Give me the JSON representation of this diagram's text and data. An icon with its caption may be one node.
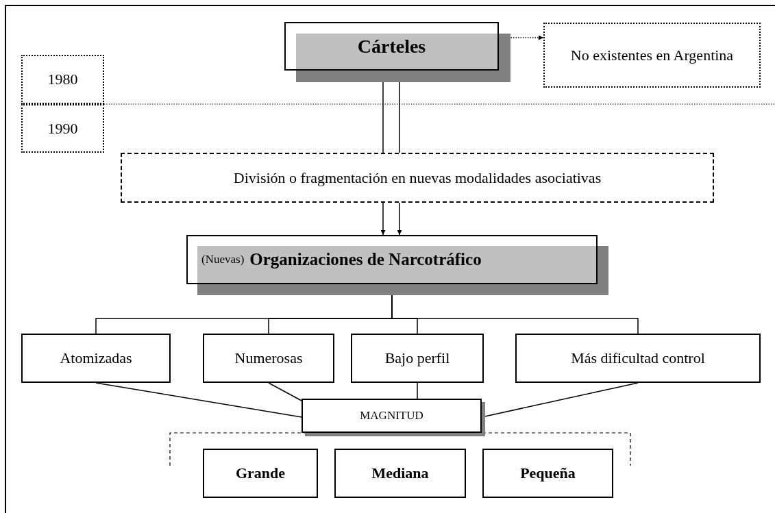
{
  "diagram": {
    "nodes": [
      {
        "text": [
          "Cárteles"
        ]
      },
      {
        "text": [
          "No existentes en Argentina"
        ]
      },
      {
        "text": [
          "1980"
        ]
      },
      {
        "text": [
          "1990"
        ]
      },
      {
        "text": [
          "División o fragmentación en nuevas modalidades asociativas"
        ]
      },
      {
        "text": [
          "(Nuevas)",
          "Organizaciones de Narcotráfico"
        ]
      },
      {
        "text": [
          "Atomizadas"
        ]
      },
      {
        "text": [
          "Numerosas"
        ]
      },
      {
        "text": [
          "Bajo perfil"
        ]
      },
      {
        "text": [
          "Más dificultad control"
        ]
      },
      {
        "text": [
          "MAGNITUD"
        ]
      },
      {
        "text": [
          "Grande"
        ]
      },
      {
        "text": [
          "Mediana"
        ]
      },
      {
        "text": [
          "Pequeña"
        ]
      }
    ],
    "edges": [
      {
        "from": 0,
        "to": 1,
        "arrow": "to",
        "style": "dashed"
      },
      {
        "from": 0,
        "to": 4,
        "arrow": "none"
      },
      {
        "from": 0,
        "to": 4,
        "arrow": "none"
      },
      {
        "from": 4,
        "to": 5,
        "arrow": "to"
      },
      {
        "from": 4,
        "to": 5,
        "arrow": "to"
      },
      {
        "from": 5,
        "to": 6,
        "arrow": "none"
      },
      {
        "from": 5,
        "to": 7,
        "arrow": "none"
      },
      {
        "from": 5,
        "to": 8,
        "arrow": "none"
      },
      {
        "from": 5,
        "to": 9,
        "arrow": "none"
      },
      {
        "from": 6,
        "to": 10,
        "arrow": "none"
      },
      {
        "from": 7,
        "to": 10,
        "arrow": "none"
      },
      {
        "from": 8,
        "to": 10,
        "arrow": "none"
      },
      {
        "from": 9,
        "to": 10,
        "arrow": "none"
      }
    ]
  }
}
